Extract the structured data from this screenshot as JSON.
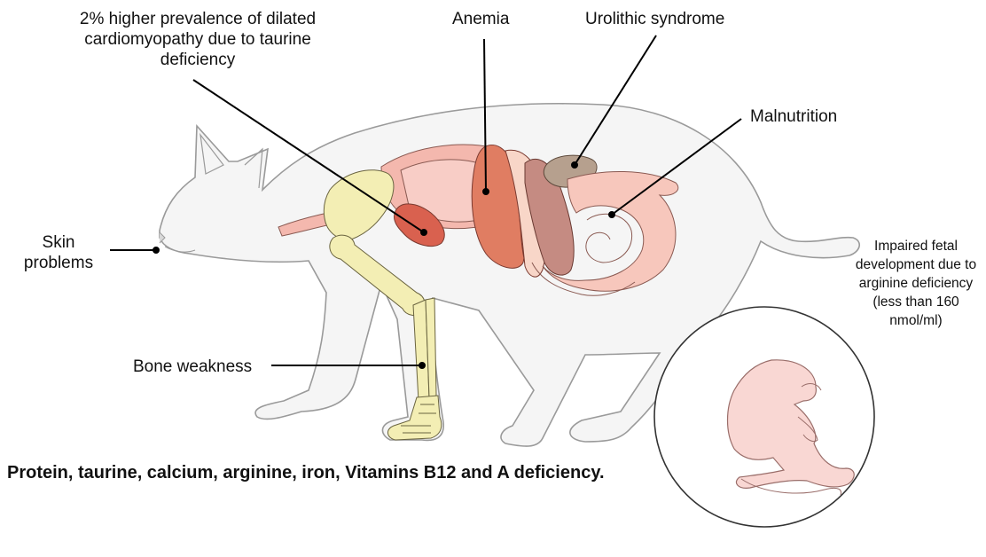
{
  "labels": {
    "cardiomyopathy": "2% higher prevalence of dilated cardiomyopathy due to taurine deficiency",
    "anemia": "Anemia",
    "urolithic": "Urolithic syndrome",
    "malnutrition": "Malnutrition",
    "skin": "Skin problems",
    "bone": "Bone weakness",
    "fetal": "Impaired fetal development due to arginine deficiency (less than 160 nmol/ml)"
  },
  "caption": "Protein, taurine, calcium, arginine, iron, Vitamins B12 and A deficiency.",
  "colors": {
    "cat_fill": "#f5f5f5",
    "cat_outline": "#9a9a9a",
    "skeleton": "#f3eeb4",
    "heart": "#d9614f",
    "lungs": "#f4b8ae",
    "liver": "#e07d62",
    "stomach": "#f8d6c8",
    "spleen": "#c58b82",
    "kidney_bladder": "#b6a08e",
    "intestines": "#f7c7bc",
    "kitten": "#f9d7d3",
    "lines": "#000000"
  },
  "icons": [
    "cat-body-illustration",
    "heart-icon",
    "lungs-icon",
    "liver-icon",
    "kidney-icon",
    "intestine-icon",
    "bone-icon",
    "kitten-fetus-icon"
  ]
}
